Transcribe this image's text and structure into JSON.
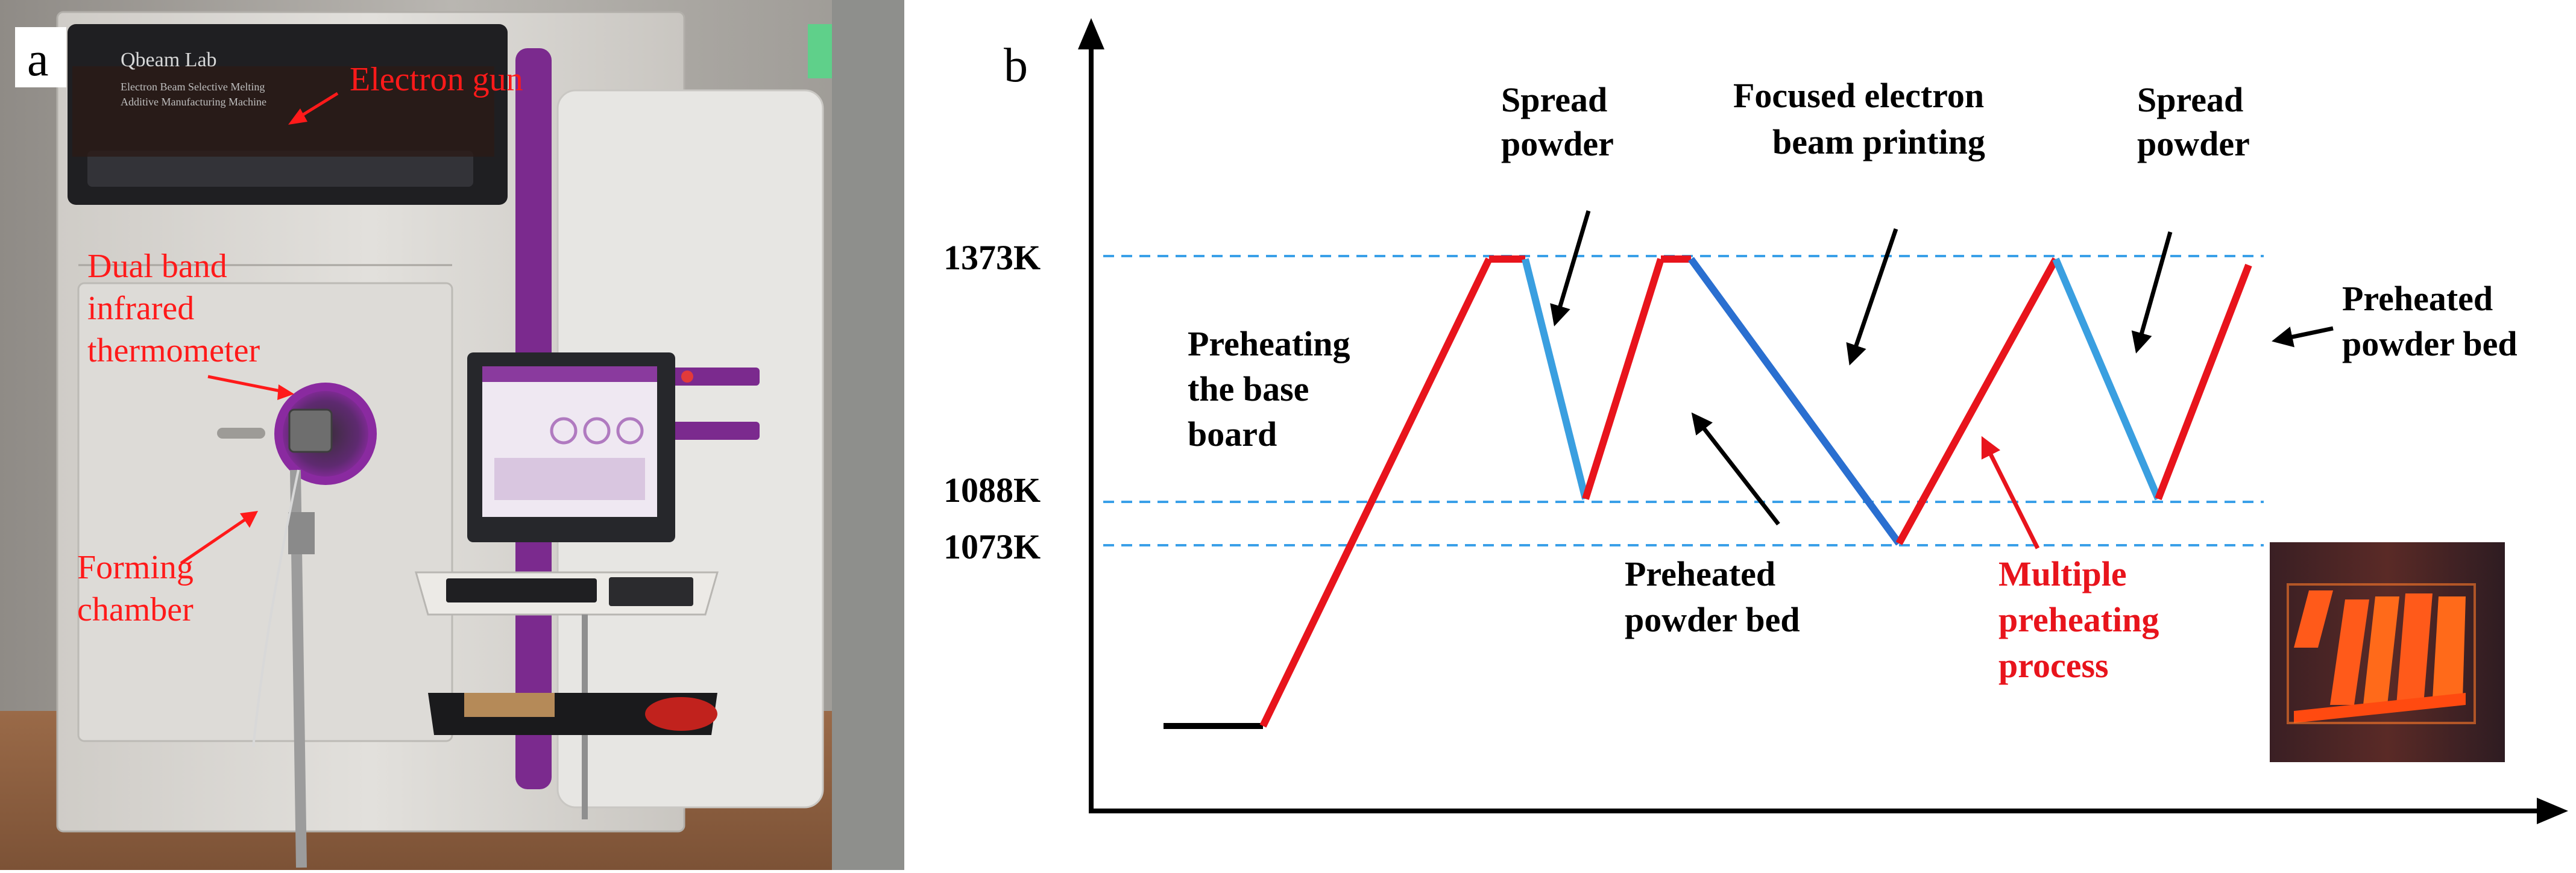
{
  "panel_a": {
    "label": "a",
    "machine_brand": "Qbeam Lab",
    "machine_subtitle_1": "Electron Beam Selective Melting",
    "machine_subtitle_2": "Additive Manufacturing Machine",
    "annotations": {
      "electron_gun": "Electron gun",
      "thermometer_1": "Dual band",
      "thermometer_2": "infrared",
      "thermometer_3": "thermometer",
      "chamber_1": "Forming",
      "chamber_2": "chamber"
    },
    "annotation_color": "#ff1a1a"
  },
  "panel_b": {
    "label": "b",
    "temperatures": {
      "t1373": "1373K",
      "t1088": "1088K",
      "t1073": "1073K"
    },
    "labels": {
      "spread1_a": "Spread",
      "spread1_b": "powder",
      "focused_a": "Focused electron",
      "focused_b": "beam printing",
      "spread2_a": "Spread",
      "spread2_b": "powder",
      "preheat_base_a": "Preheating",
      "preheat_base_b": "the base",
      "preheat_base_c": "board",
      "preheated_bed_mid_a": "Preheated",
      "preheated_bed_mid_b": "powder bed",
      "preheated_bed_right_a": "Preheated",
      "preheated_bed_right_b": "powder bed",
      "multiple_a": "Multiple",
      "multiple_b": "preheating",
      "multiple_c": "process"
    },
    "colors": {
      "heating": "#e8141c",
      "spreading": "#3a9fe0",
      "printing": "#2a6fd0",
      "baseline": "#000000",
      "guide": "#3aa0e8",
      "highlight_text": "#e8141c"
    }
  }
}
